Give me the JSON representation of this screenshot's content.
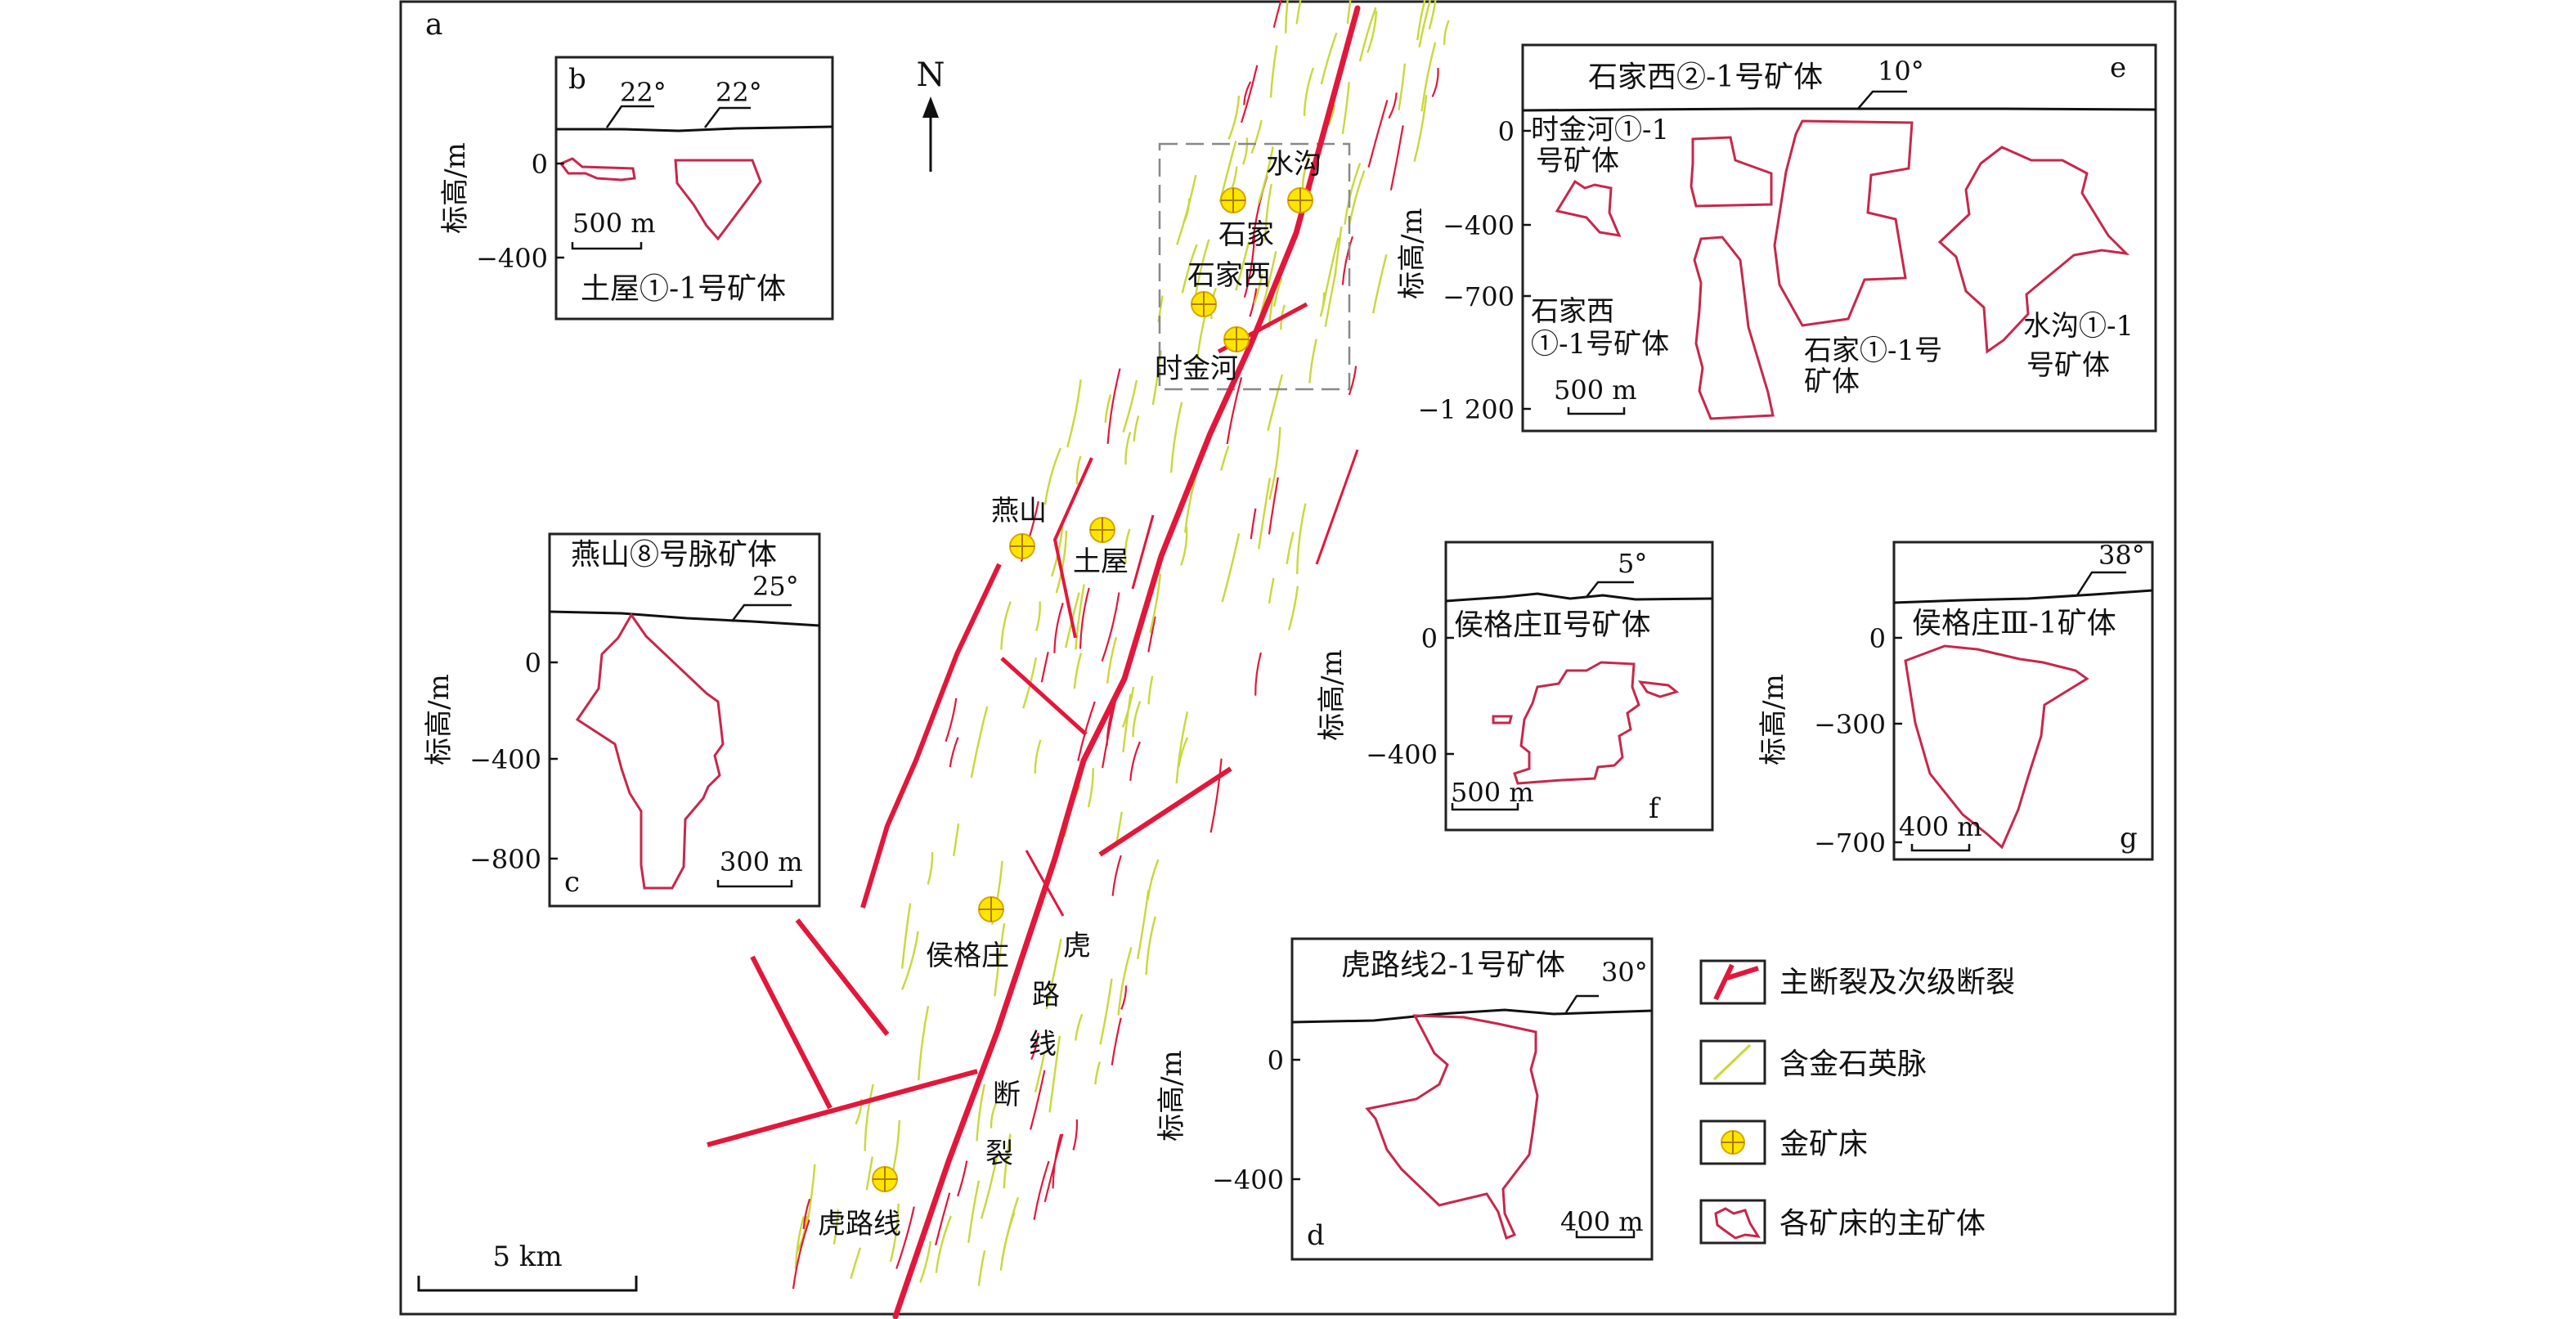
{
  "figure_label": "a",
  "north": "N",
  "scale_bar_main": "5 km",
  "colors": {
    "fault": "#e3173a",
    "vein": "#c9d83a",
    "ore_outline": "#c8274a",
    "deposit_fill": "#ffe600",
    "deposit_stroke": "#d8a400"
  },
  "deposits": {
    "shuigou": "水沟",
    "shijia": "石家",
    "shijiaxi": "石家西",
    "shijinhe": "时金河",
    "yanshan": "燕山",
    "tuwu": "土屋",
    "hougezhuang": "侯格庄",
    "hulxian": "虎路线"
  },
  "fault_name": [
    "虎",
    "路",
    "线",
    "断",
    "裂"
  ],
  "legend": {
    "fault": "主断裂及次级断裂",
    "vein": "含金石英脉",
    "deposit": "金矿床",
    "orebody": "各矿床的主矿体"
  },
  "panels": {
    "b": {
      "label": "b",
      "title": "土屋①-1号矿体",
      "ylabel": "标高/m",
      "ticks": [
        "0",
        "−400"
      ],
      "scale": "500 m",
      "dips": [
        "22°",
        "22°"
      ]
    },
    "c": {
      "label": "c",
      "title": "燕山⑧号脉矿体",
      "ylabel": "标高/m",
      "ticks": [
        "0",
        "−400",
        "−800"
      ],
      "scale": "300 m",
      "dip": "25°"
    },
    "d": {
      "label": "d",
      "title": "虎路线2-1号矿体",
      "ylabel": "标高/m",
      "ticks": [
        "0",
        "−400"
      ],
      "scale": "400 m",
      "dip": "30°"
    },
    "e": {
      "label": "e",
      "title": "石家西②-1号矿体",
      "ylabel": "标高/m",
      "ticks": [
        "0",
        "−400",
        "−700",
        "−1 200"
      ],
      "scale": "500 m",
      "dip": "10°",
      "bodies": {
        "shijinhe_1": "时金河①-1",
        "shijinhe_2": "号矿体",
        "shijiaxi_1": "石家西",
        "shijiaxi_2": "①-1号矿体",
        "shijia_1": "石家①-1号",
        "shijia_2": "矿体",
        "shuigou_1": "水沟①-1",
        "shuigou_2": "号矿体"
      }
    },
    "f": {
      "label": "f",
      "title": "侯格庄Ⅱ号矿体",
      "ylabel": "标高/m",
      "ticks": [
        "0",
        "−400"
      ],
      "scale": "500 m",
      "dip": "5°"
    },
    "g": {
      "label": "g",
      "title": "侯格庄Ⅲ-1矿体",
      "ylabel": "标高/m",
      "ticks": [
        "0",
        "−300",
        "−700"
      ],
      "scale": "400 m",
      "dip": "38°"
    }
  }
}
